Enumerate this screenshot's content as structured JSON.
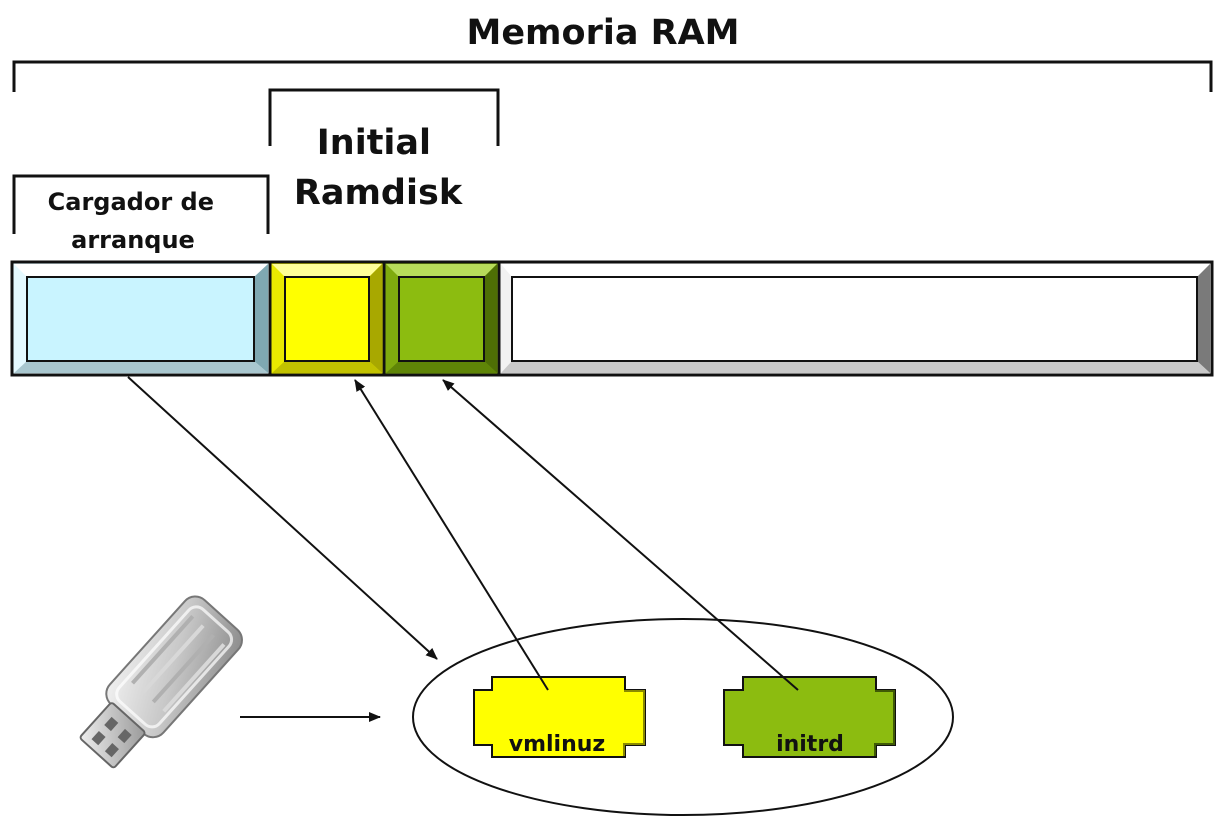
{
  "title": "Memoria RAM",
  "initial_ramdisk_label": [
    "Initial",
    "Ramdisk"
  ],
  "bootloader_label": [
    "Cargador de",
    "arranque"
  ],
  "files": {
    "kernel": "vmlinuz",
    "initrd": "initrd"
  },
  "colors": {
    "bootloader": "#c9f4ff",
    "kernel": "#ffff00",
    "initrd": "#8cbc10",
    "free": "#ffffff",
    "outline": "#111111"
  },
  "icons": {
    "usb": "usb-drive-icon"
  }
}
